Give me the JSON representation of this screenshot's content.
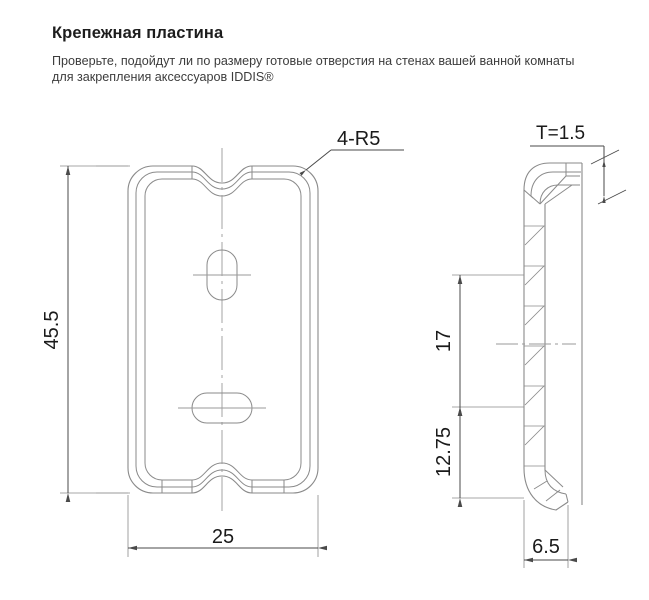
{
  "header": {
    "title": "Крепежная пластина",
    "subtitle_lines": [
      "Проверьте, подойдут ли по размеру готовые отверстия на стенах вашей ванной комнаты",
      "для закрепления аксессуаров IDDIS®"
    ]
  },
  "drawing": {
    "front_view": {
      "name": "mounting-plate-front-view",
      "dimensions": {
        "height_label": "45.5",
        "width_label": "25",
        "radius_note": "4-R5"
      },
      "features": {
        "upper_slot": "vertical-oval-slot",
        "lower_slot": "horizontal-oval-slot",
        "top_notch": "wave-notch",
        "bottom_notch": "wave-notch"
      }
    },
    "side_view": {
      "name": "mounting-plate-side-view",
      "dimensions": {
        "thickness_label": "T=1.5",
        "upper_height_label": "17",
        "lower_height_label": "12.75",
        "depth_label": "6.5"
      }
    },
    "colors": {
      "line": "#8a8a8a",
      "dimension": "#4a4a4a",
      "center": "#9a9a9a",
      "text": "#1a1a1a",
      "background": "#ffffff"
    }
  }
}
